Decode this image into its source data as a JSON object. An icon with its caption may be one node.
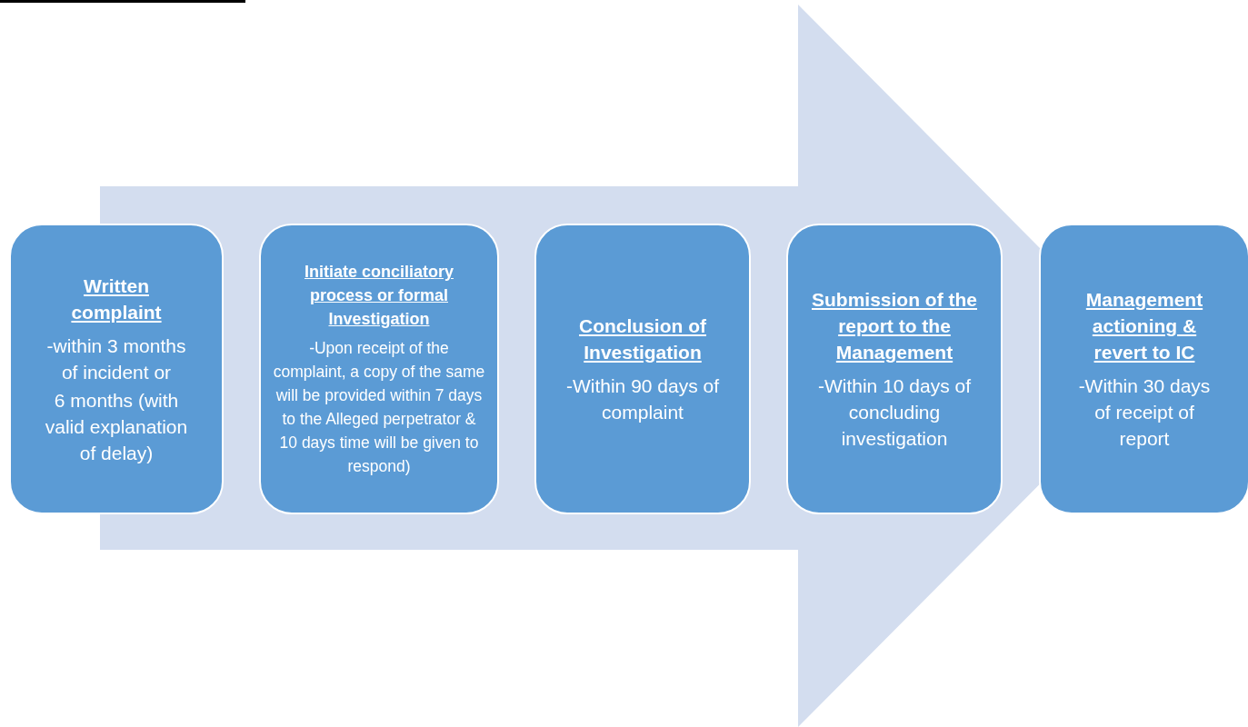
{
  "diagram": {
    "nodes": [
      {
        "text": [
          "Written complaint",
          "-within 3 months of incident or",
          "6 months (with valid explanation of delay)"
        ]
      },
      {
        "text": [
          "Initiate conciliatory process or formal Investigation",
          "-Upon receipt of the complaint, a copy of the same will be provided within 7 days to the Alleged perpetrator & 10 days time will be given to respond)"
        ]
      },
      {
        "text": [
          "Conclusion of Investigation",
          "-Within 90 days of complaint"
        ]
      },
      {
        "text": [
          "Submission of the report to the Management",
          "-Within 10 days of concluding investigation"
        ]
      },
      {
        "text": [
          "Management actioning & revert to IC",
          "-Within 30 days of receipt of report"
        ]
      }
    ],
    "edges": [
      {
        "from": 0,
        "to": 4,
        "arrow": "to"
      }
    ]
  }
}
